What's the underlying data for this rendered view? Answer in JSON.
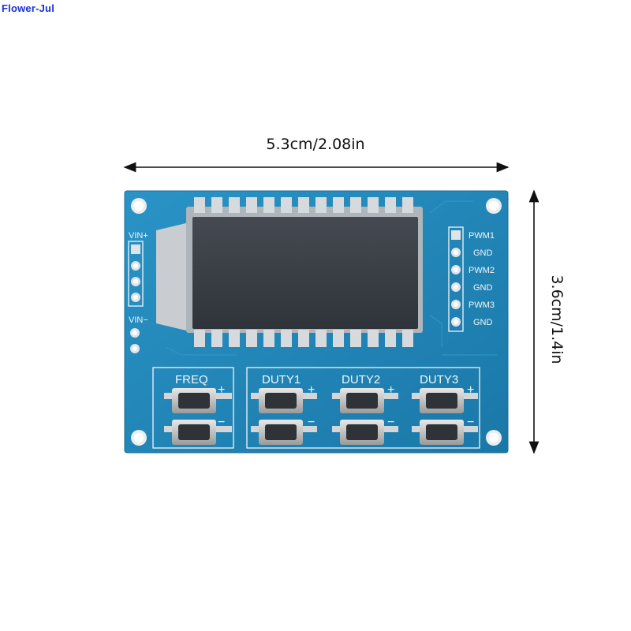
{
  "watermark": "Flower-Jul",
  "dimensions": {
    "width_label": "5.3cm/2.08in",
    "height_label": "3.6cm/1.4in"
  },
  "board": {
    "power_labels": {
      "vin_plus": "VIN+",
      "vin_minus": "VIN−"
    },
    "output_pins": [
      "PWM1",
      "GND",
      "PWM2",
      "GND",
      "PWM3",
      "GND"
    ],
    "button_groups": [
      {
        "label": "FREQ",
        "plus": "+",
        "minus": "−"
      },
      {
        "label": "DUTY1",
        "plus": "+",
        "minus": "−"
      },
      {
        "label": "DUTY2",
        "plus": "+",
        "minus": "−"
      },
      {
        "label": "DUTY3",
        "plus": "+",
        "minus": "−"
      }
    ]
  },
  "colors": {
    "pcb": "#1f86b8",
    "lcd": "#3a3f46",
    "silkscreen": "#f2f6f8",
    "watermark": "#1a2fd6"
  }
}
